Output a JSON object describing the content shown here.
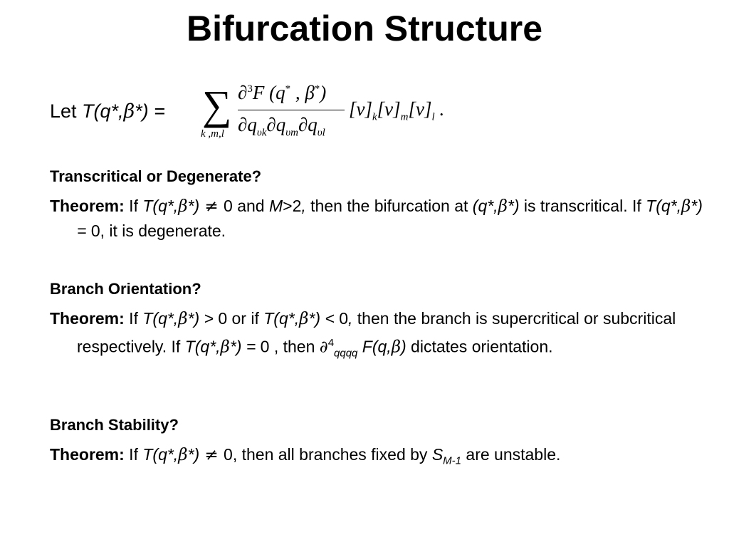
{
  "slide": {
    "title": "Bifurcation Structure",
    "let_prefix": "Let ",
    "let_T": "T(q*,",
    "let_beta": "β",
    "let_tail": "*) =",
    "formula": {
      "sigma": "∑",
      "sum_sub": "k ,m,l",
      "numerator_partial": "∂",
      "numerator_power": "3",
      "numerator_body": "F (q",
      "numerator_star1": "*",
      "numerator_comma": " , β",
      "numerator_star2": "*",
      "numerator_close": ")",
      "denom_1": "∂q",
      "denom_1_sub": "υk",
      "denom_2": "∂q",
      "denom_2_sub": "υm",
      "denom_3": "∂q",
      "denom_3_sub": "υl",
      "v1": "[v]",
      "v1_sub": "k",
      "v2": "[v]",
      "v2_sub": "m",
      "v3": "[v]",
      "v3_sub": "l",
      "period": " ."
    },
    "sections": [
      {
        "heading": "Transcritical or Degenerate?",
        "theorem_label": "Theorem:",
        "line_a_1": " If ",
        "line_a_T": "T(q*,",
        "line_a_beta": "β",
        "line_a_close": "*)",
        "line_a_neq": " ≠ ",
        "line_a_2": "0 and ",
        "line_a_M": "M",
        "line_a_3": ">2",
        "line_a_comma": ",",
        "line_a_4": " then the bifurcation at ",
        "line_a_q": "(q*,",
        "line_a_beta2": "β",
        "line_a_close2": "*)",
        "line_a_5": " is transcritical. If ",
        "line_a_T2": "T(q*,",
        "line_a_beta3": "β",
        "line_a_close3": "*) =",
        "line_a_6": " 0, it is degenerate."
      },
      {
        "heading": "Branch Orientation?",
        "theorem_label": "Theorem:",
        "b_1": " If ",
        "b_T": "T(q*,",
        "b_beta": "β",
        "b_close": "*) >",
        "b_2": " 0 or if ",
        "b_T2": "T(q*,",
        "b_beta2": "β",
        "b_close2": "*) <",
        "b_3": " 0",
        "b_comma": ",",
        "b_4": " then the branch is supercritical or subcritical respectively.  If ",
        "b_T3": "T(q*,",
        "b_beta3": "β",
        "b_close3": "*) =",
        "b_5": " 0 , then ",
        "b_partial": "∂",
        "b_pow": "4",
        "b_sub": "qqqq",
        "b_F": " F(q,",
        "b_beta4": "β",
        "b_Fclose": ")",
        "b_6": " dictates orientation."
      },
      {
        "heading": "Branch Stability?",
        "theorem_label": "Theorem:",
        "c_1": " If ",
        "c_T": "T(q*,",
        "c_beta": "β",
        "c_close": "*)",
        "c_neq": " ≠ ",
        "c_2": "0, then all branches fixed by ",
        "c_S": "S",
        "c_Ssub": "M-1",
        "c_3": " are unstable."
      }
    ]
  }
}
